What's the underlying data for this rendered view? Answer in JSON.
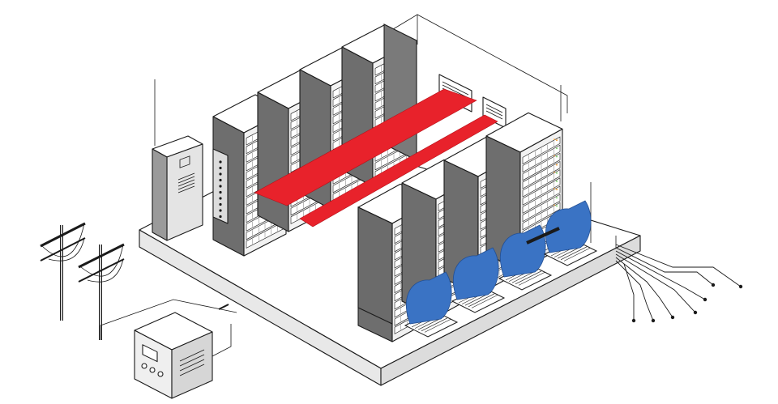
{
  "diagram": {
    "caption": "",
    "components": [
      "raised-floor-platform",
      "server-rack-row-back",
      "server-rack-row-front",
      "hot-aisle-containment",
      "cold-air-floor-vents",
      "power-distribution-cabinet",
      "utility-power-poles",
      "backup-generator-unit",
      "underfloor-cable-runs"
    ],
    "colors": {
      "hot_aisle": "#e8222b",
      "cold_air": "#3a73c4",
      "rack_front": "#f2f2f2",
      "rack_side": "#6e6e6e",
      "rack_top": "#ffffff",
      "floor_top": "#ffffff",
      "floor_side": "#e6e6e6",
      "line": "#1a1a1a",
      "led_amber": "#f2a23a",
      "led_green": "#7bd36b"
    },
    "icons": [
      "server-rack-icon",
      "power-pole-icon",
      "generator-icon",
      "airflow-arrow-icon",
      "power-cabinet-icon"
    ]
  }
}
